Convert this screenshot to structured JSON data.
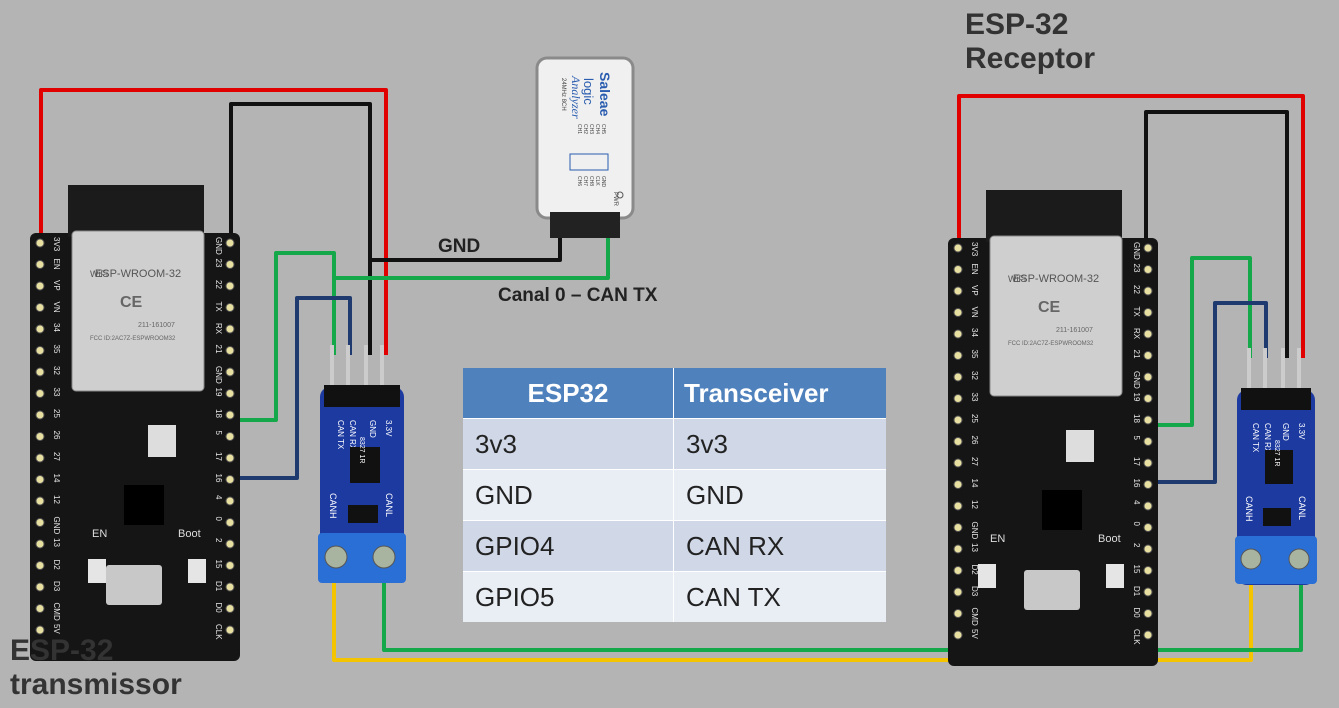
{
  "labels": {
    "transmitter_title": [
      "ESP-32",
      "transmissor"
    ],
    "receiver_title": [
      "ESP-32",
      "Receptor"
    ],
    "gnd_wire": "GND",
    "can_tx_wire": "Canal 0 – CAN TX"
  },
  "analyzer": {
    "brand": "Saleae",
    "brand2": "logic",
    "model": "Analyzer",
    "spec": "24MHz 8CH",
    "channels": [
      "CH1",
      "CH2",
      "CH3",
      "CH4",
      "CH5",
      "CH6",
      "CH7",
      "CH8",
      "CLK",
      "GND"
    ],
    "pwr": "PWR"
  },
  "esp_module": {
    "name": "ESP-WROOM-32",
    "wifi": "WiFi",
    "ce": "CE",
    "fcc": "FCC ID:2AC7Z-ESPWROOM32",
    "r_code": "211-161007"
  },
  "esp_board": {
    "left_pins": [
      "3V3",
      "EN",
      "VP",
      "VN",
      "34",
      "35",
      "32",
      "33",
      "25",
      "26",
      "27",
      "14",
      "12",
      "GND",
      "13",
      "D2",
      "D3",
      "CMD",
      "5V"
    ],
    "right_pins": [
      "GND",
      "23",
      "22",
      "TX",
      "RX",
      "21",
      "GND",
      "19",
      "18",
      "5",
      "17",
      "16",
      "4",
      "0",
      "2",
      "15",
      "D1",
      "D0",
      "CLK"
    ],
    "en_label": "EN",
    "boot_label": "Boot"
  },
  "transceiver": {
    "pins": [
      "3.3V",
      "GND",
      "CAN RX",
      "CAN TX"
    ],
    "chip": "8327 1R",
    "canh": "CANH",
    "canl": "CANL"
  },
  "pin_table": {
    "headers": [
      "ESP32",
      "Transceiver"
    ],
    "rows": [
      [
        "3v3",
        "3v3"
      ],
      [
        "GND",
        "GND"
      ],
      [
        "GPIO4",
        "CAN RX"
      ],
      [
        "GPIO5",
        "CAN TX"
      ]
    ]
  },
  "colors": {
    "background": "#b4b4b4",
    "wire_red": "#e00000",
    "wire_black": "#111111",
    "wire_green": "#14a84a",
    "wire_navy": "#1e3a6e",
    "wire_yellow": "#f5c400",
    "table_header": "#4f81bd",
    "table_row_odd": "#d0d8e8",
    "table_row_even": "#e9edf4",
    "pcb": "#151515",
    "transceiver_pcb": "#1c3aa0",
    "terminal_block": "#2a6fd6"
  }
}
